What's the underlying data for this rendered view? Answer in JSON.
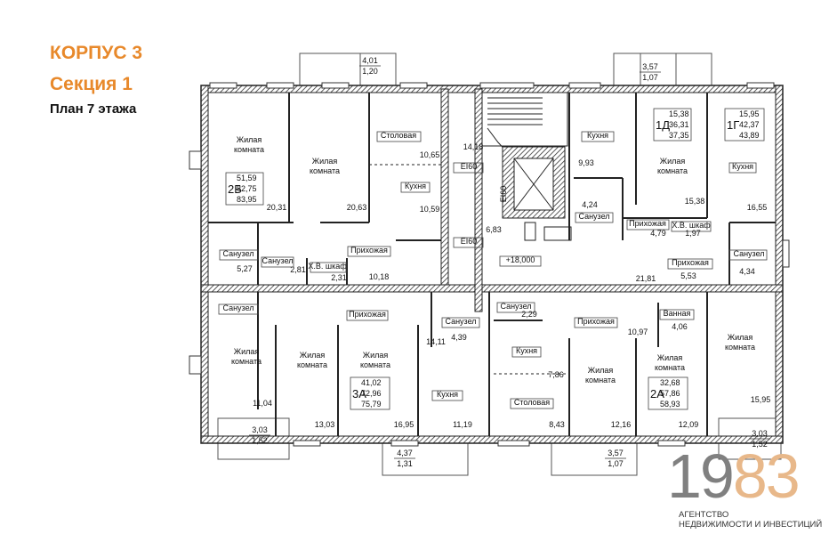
{
  "header": {
    "building": "КОРПУС 3",
    "section": "Секция 1",
    "plan": "План 7 этажа"
  },
  "logo": {
    "digits_a": "19",
    "digits_b": "83",
    "line1": "АГЕНТСТВО",
    "line2": "НЕДВИЖИМОСТИ И ИНВЕСТИЦИЙ"
  },
  "colors": {
    "accent": "#e8892b",
    "logo_gray": "#808080",
    "logo_peach": "#e8b88a",
    "wall": "#333333"
  },
  "rooms": [
    {
      "id": "r1",
      "text": "Жилая"
    },
    {
      "id": "r2",
      "text": "комната"
    },
    {
      "id": "r3",
      "text": "Жилая"
    },
    {
      "id": "r4",
      "text": "комната"
    },
    {
      "id": "r5",
      "text": "Столовая"
    },
    {
      "id": "r6",
      "text": "Кухня"
    },
    {
      "id": "r7",
      "text": "Кухня"
    },
    {
      "id": "r8",
      "text": "Жилая"
    },
    {
      "id": "r9",
      "text": "комната"
    },
    {
      "id": "r10",
      "text": "Кухня"
    },
    {
      "id": "r11",
      "text": "Санузел"
    },
    {
      "id": "r12",
      "text": "Санузел"
    },
    {
      "id": "r13",
      "text": "Х.В. шкаф"
    },
    {
      "id": "r14",
      "text": "Прихожая"
    },
    {
      "id": "r15",
      "text": "Санузел"
    },
    {
      "id": "r16",
      "text": "Прихожая"
    },
    {
      "id": "r17",
      "text": "Х.В. шкаф"
    },
    {
      "id": "r18",
      "text": "Прихожая"
    },
    {
      "id": "r19",
      "text": "Санузел"
    },
    {
      "id": "r20",
      "text": "Санузел"
    },
    {
      "id": "r21",
      "text": "Прихожая"
    },
    {
      "id": "r22",
      "text": "Жилая"
    },
    {
      "id": "r23",
      "text": "комната"
    },
    {
      "id": "r24",
      "text": "Жилая"
    },
    {
      "id": "r25",
      "text": "комната"
    },
    {
      "id": "r26",
      "text": "Жилая"
    },
    {
      "id": "r27",
      "text": "комната"
    },
    {
      "id": "r28",
      "text": "Санузел"
    },
    {
      "id": "r29",
      "text": "Кухня"
    },
    {
      "id": "r30",
      "text": "Санузел"
    },
    {
      "id": "r31",
      "text": "Прихожая"
    },
    {
      "id": "r32",
      "text": "Кухня"
    },
    {
      "id": "r33",
      "text": "Столовая"
    },
    {
      "id": "r34",
      "text": "Жилая"
    },
    {
      "id": "r35",
      "text": "комната"
    },
    {
      "id": "r36",
      "text": "Ванная"
    },
    {
      "id": "r37",
      "text": "Жилая"
    },
    {
      "id": "r38",
      "text": "комната"
    },
    {
      "id": "r39",
      "text": "Жилая"
    },
    {
      "id": "r40",
      "text": "комната"
    },
    {
      "id": "r41",
      "text": "EI60"
    },
    {
      "id": "r42",
      "text": "EI60"
    },
    {
      "id": "r43",
      "text": "EI60"
    }
  ],
  "areas": [
    "20,31",
    "20,63",
    "10,65",
    "10,59",
    "14,18",
    "9,93",
    "4,24",
    "15,38",
    "16,55",
    "6,83",
    "5,27",
    "2,81",
    "2,31",
    "10,18",
    "+18,000",
    "21,81",
    "4,79",
    "1,97",
    "5,53",
    "4,34",
    "2,29",
    "14,11",
    "4,39",
    "10,97",
    "4,06",
    "7,86",
    "11,04",
    "13,03",
    "16,95",
    "11,19",
    "8,43",
    "12,16",
    "12,09",
    "15,95"
  ],
  "apartments": [
    {
      "code": "2Б",
      "a": "51,59",
      "b": "82,75",
      "c": "83,95"
    },
    {
      "code": "1Д",
      "a": "15,38",
      "b": "36,31",
      "c": "37,35"
    },
    {
      "code": "1Г",
      "a": "15,95",
      "b": "42,37",
      "c": "43,89"
    },
    {
      "code": "3А",
      "a": "41,02",
      "b": "72,96",
      "c": "75,79"
    },
    {
      "code": "2А",
      "a": "32,68",
      "b": "57,86",
      "c": "58,93"
    }
  ],
  "balconies": [
    {
      "a": "4,01",
      "b": "1,20"
    },
    {
      "a": "3,57",
      "b": "1,07"
    },
    {
      "a": "3,03",
      "b": "1,52"
    },
    {
      "a": "4,37",
      "b": "1,31"
    },
    {
      "a": "3,57",
      "b": "1,07"
    },
    {
      "a": "3,03",
      "b": "1,52"
    }
  ]
}
